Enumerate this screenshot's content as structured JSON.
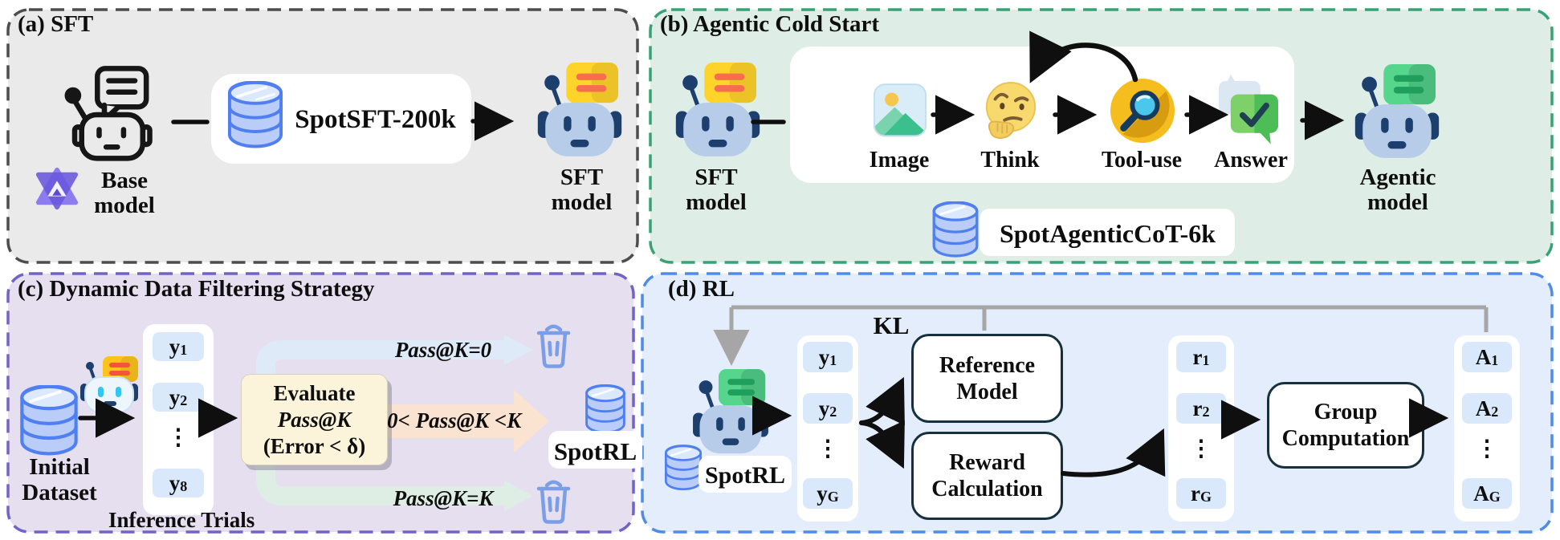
{
  "panels": {
    "a": {
      "title": "(a) SFT",
      "base_model": {
        "line1": "Base",
        "line2": "model"
      },
      "dataset_label": "SpotSFT-200k",
      "sft_model": {
        "line1": "SFT",
        "line2": "model"
      }
    },
    "b": {
      "title": "(b) Agentic Cold Start",
      "sft_model": {
        "line1": "SFT",
        "line2": "model"
      },
      "steps": [
        {
          "label": "Image"
        },
        {
          "label": "Think"
        },
        {
          "label": "Tool-use"
        },
        {
          "label": "Answer"
        }
      ],
      "dataset_label": "SpotAgenticCoT-6k",
      "agentic_model": {
        "line1": "Agentic",
        "line2": "model"
      }
    },
    "c": {
      "title": "(c) Dynamic Data Filtering Strategy",
      "initial_dataset": {
        "line1": "Initial",
        "line2": "Dataset"
      },
      "trials": {
        "items": [
          {
            "t": "y",
            "s": "1"
          },
          {
            "t": "y",
            "s": "2"
          },
          {
            "t": "⋮",
            "s": ""
          },
          {
            "t": "y",
            "s": "8"
          }
        ],
        "caption": "Inference Trials"
      },
      "evaluate_box": {
        "line1": "Evaluate",
        "line2": "Pass@K",
        "line3": "(Error < δ)"
      },
      "branches": {
        "top": "Pass@K=0",
        "middle": "0< Pass@K <K",
        "bottom": "Pass@K=K"
      },
      "spotrl_label": "SpotRL"
    },
    "d": {
      "title": "(d) RL",
      "kl_label": "KL",
      "spotrl_label": "SpotRL",
      "y_col": {
        "items": [
          {
            "t": "y",
            "s": "1"
          },
          {
            "t": "y",
            "s": "2"
          },
          {
            "t": "⋮",
            "s": ""
          },
          {
            "t": "y",
            "s": "G"
          }
        ]
      },
      "reference_box": {
        "line1": "Reference",
        "line2": "Model"
      },
      "reward_box": {
        "line1": "Reward",
        "line2": "Calculation"
      },
      "r_col": {
        "items": [
          {
            "t": "r",
            "s": "1"
          },
          {
            "t": "r",
            "s": "2"
          },
          {
            "t": "⋮",
            "s": ""
          },
          {
            "t": "r",
            "s": "G"
          }
        ]
      },
      "group_box": {
        "line1": "Group",
        "line2": "Computation"
      },
      "a_col": {
        "items": [
          {
            "t": "A",
            "s": "1"
          },
          {
            "t": "A",
            "s": "2"
          },
          {
            "t": "⋮",
            "s": ""
          },
          {
            "t": "A",
            "s": "G"
          }
        ]
      }
    }
  },
  "colors": {
    "panel_a_bg": "#eaeaea",
    "panel_a_border": "#4d4d4d",
    "panel_b_bg": "#deede6",
    "panel_b_border": "#38a276",
    "panel_c_bg": "#e5dff0",
    "panel_c_border": "#7263c7",
    "panel_d_bg": "#e4edfb",
    "panel_d_border": "#4f8ce9",
    "item_bg": "#d9e8fa",
    "arrow_black": "#0f0f0f",
    "kl_gray": "#a6a6a6",
    "branch_blue": "#dfeaf8",
    "branch_orange": "#fae3d1",
    "branch_green": "#dfeee5",
    "trash_blue": "#7b9ee8",
    "db_fill": "#b9cdf8",
    "db_stroke": "#4f7ff0",
    "db_top": "#dce8fb",
    "evaluate_bg": "#fbf4da",
    "node_border": "#16303e"
  }
}
